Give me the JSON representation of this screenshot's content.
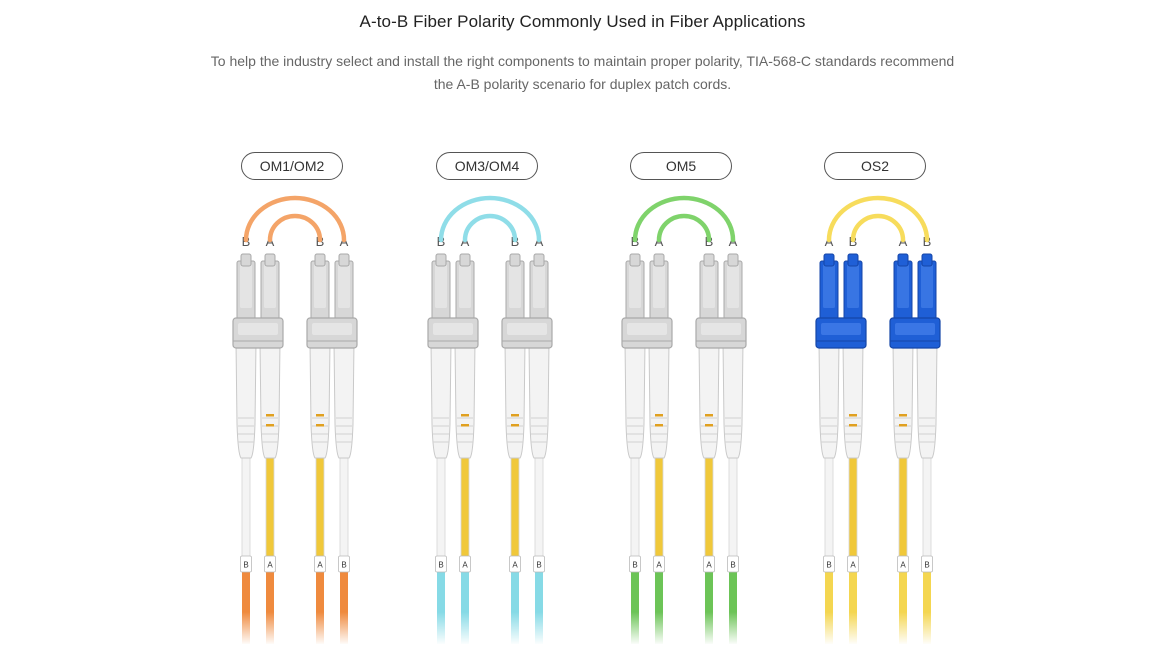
{
  "header": {
    "title": "A-to-B Fiber Polarity Commonly Used in Fiber Applications",
    "subtitle": "To help the industry select and install the right components to maintain proper polarity, TIA-568-C standards recommend the A-B polarity scenario for duplex patch cords."
  },
  "groups": [
    {
      "label": "OM1/OM2",
      "top_labels": [
        "B",
        "A",
        "B",
        "A"
      ],
      "tag_labels": [
        "B",
        "A",
        "A",
        "B"
      ],
      "arc_color": "#f4a468",
      "fiber_color": "#ef8a3e",
      "connector_color": "#d7d7d7",
      "core_colors": [
        "#ffffff",
        "#f0c83a",
        "#f0c83a",
        "#ffffff"
      ]
    },
    {
      "label": "OM3/OM4",
      "top_labels": [
        "B",
        "A",
        "B",
        "A"
      ],
      "tag_labels": [
        "B",
        "A",
        "A",
        "B"
      ],
      "arc_color": "#8fdde8",
      "fiber_color": "#86dae6",
      "connector_color": "#d7d7d7",
      "core_colors": [
        "#ffffff",
        "#f0c83a",
        "#f0c83a",
        "#ffffff"
      ]
    },
    {
      "label": "OM5",
      "top_labels": [
        "B",
        "A",
        "B",
        "A"
      ],
      "tag_labels": [
        "B",
        "A",
        "A",
        "B"
      ],
      "arc_color": "#7fd36b",
      "fiber_color": "#6cc457",
      "connector_color": "#d7d7d7",
      "core_colors": [
        "#ffffff",
        "#f0c83a",
        "#f0c83a",
        "#ffffff"
      ]
    },
    {
      "label": "OS2",
      "top_labels": [
        "A",
        "B",
        "A",
        "B"
      ],
      "tag_labels": [
        "B",
        "A",
        "A",
        "B"
      ],
      "arc_color": "#f7dc5c",
      "fiber_color": "#f4d650",
      "connector_color": "#1f5fd6",
      "core_colors": [
        "#ffffff",
        "#f0c83a",
        "#f0c83a",
        "#ffffff"
      ]
    }
  ]
}
